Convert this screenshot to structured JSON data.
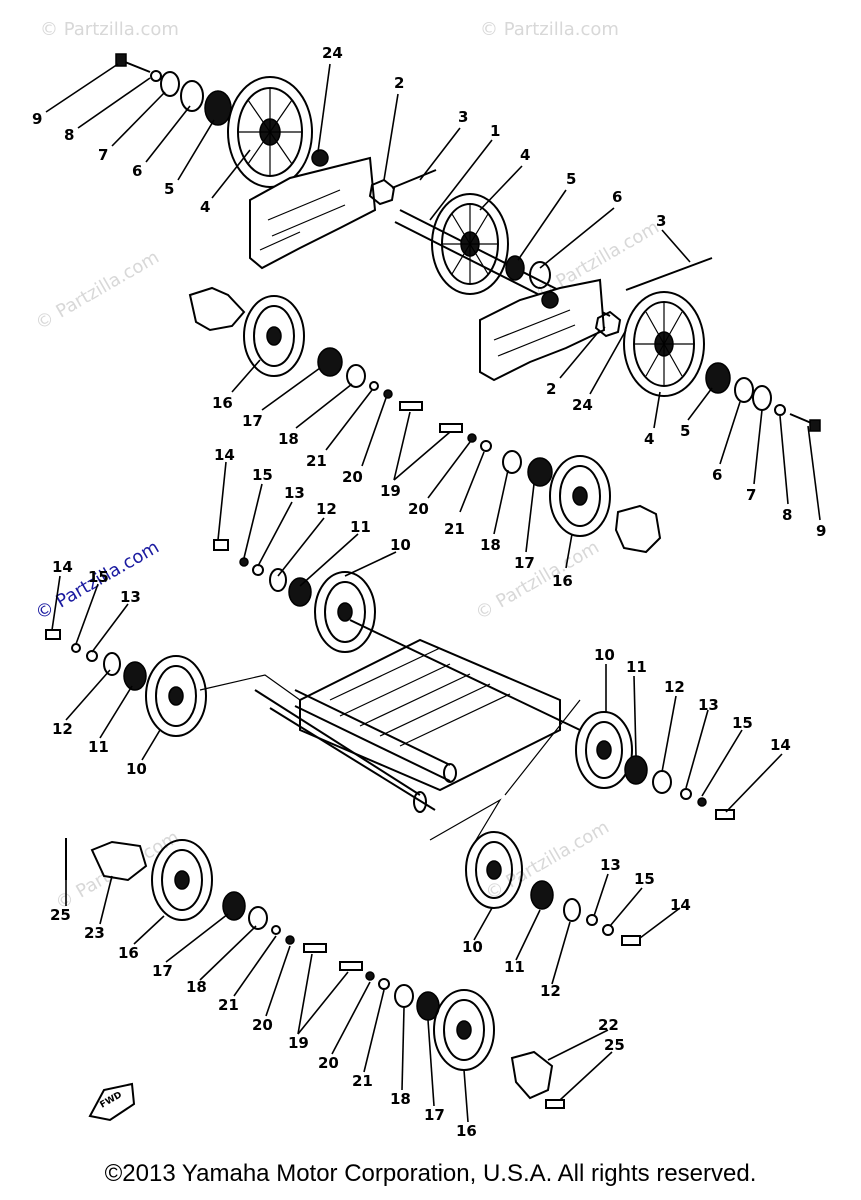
{
  "watermark": "© Partzilla.com",
  "copyright": "©2013 Yamaha Motor Corporation, U.S.A. All rights reserved.",
  "fwd_label": "FWD",
  "callouts": [
    "9",
    "8",
    "7",
    "6",
    "5",
    "4",
    "24",
    "2",
    "3",
    "1",
    "4",
    "5",
    "6",
    "3",
    "2",
    "24",
    "4",
    "5",
    "6",
    "7",
    "8",
    "9",
    "16",
    "17",
    "18",
    "21",
    "20",
    "19",
    "20",
    "21",
    "18",
    "17",
    "16",
    "14",
    "15",
    "13",
    "12",
    "11",
    "10",
    "14",
    "15",
    "13",
    "12",
    "11",
    "10",
    "10",
    "11",
    "12",
    "13",
    "15",
    "14",
    "25",
    "23",
    "16",
    "17",
    "18",
    "21",
    "20",
    "19",
    "20",
    "21",
    "18",
    "17",
    "16",
    "10",
    "11",
    "12",
    "13",
    "15",
    "14",
    "22",
    "25"
  ]
}
